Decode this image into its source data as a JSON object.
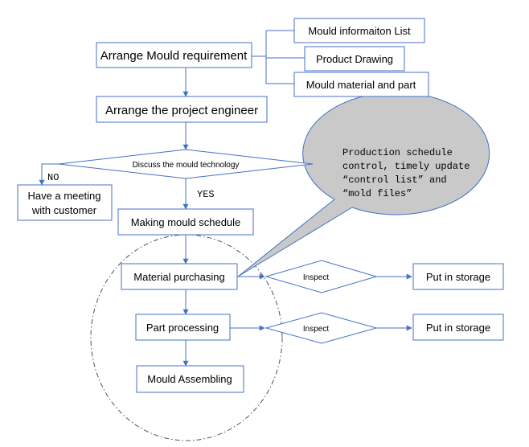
{
  "nodes": {
    "arrange_requirement": "Arrange Mould requirement",
    "mould_info_list": "Mould informaiton List",
    "product_drawing": "Product Drawing",
    "mould_material": "Mould material and part",
    "project_engineer": "Arrange the project engineer",
    "discuss_technology": "Discuss the mould technology",
    "meeting_line1": "Have a meeting",
    "meeting_line2": "with customer",
    "making_schedule": "Making mould schedule",
    "material_purchasing": "Material purchasing",
    "part_processing": "Part processing",
    "mould_assembling": "Mould Assembling",
    "inspect_1": "Inspect",
    "inspect_2": "Inspect",
    "storage_1": "Put in storage",
    "storage_2": "Put in storage"
  },
  "labels": {
    "no": "NO",
    "yes": "YES"
  },
  "callout": {
    "lines": [
      "Production schedule",
      "control, timely update",
      "“control list” and",
      "“mold files”"
    ]
  },
  "colors": {
    "box_border": "#4472C4",
    "arrow": "#4472C4",
    "callout_fill": "#C9C9C9",
    "callout_border": "#4472C4",
    "dashed_circle": "#44546A"
  }
}
